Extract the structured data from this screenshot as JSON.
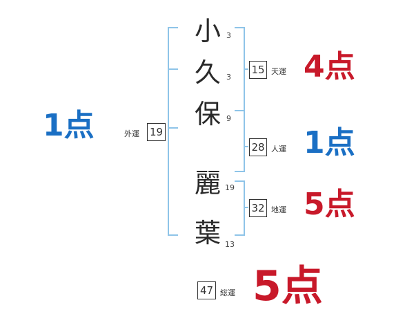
{
  "colors": {
    "bracket": "#8ec4e8",
    "blue": "#1a6fc4",
    "red": "#c8192a"
  },
  "name": {
    "chars": [
      {
        "char": "小",
        "strokes": "3"
      },
      {
        "char": "久",
        "strokes": "3"
      },
      {
        "char": "保",
        "strokes": "9"
      },
      {
        "char": "麗",
        "strokes": "19"
      },
      {
        "char": "葉",
        "strokes": "13"
      }
    ]
  },
  "gaiun": {
    "label": "外運",
    "value": "19",
    "score": "1点"
  },
  "tenun": {
    "label": "天運",
    "value": "15",
    "score": "4点"
  },
  "jinun": {
    "label": "人運",
    "value": "28",
    "score": "1点"
  },
  "chiun": {
    "label": "地運",
    "value": "32",
    "score": "5点"
  },
  "souun": {
    "label": "総運",
    "value": "47",
    "score": "5点"
  }
}
